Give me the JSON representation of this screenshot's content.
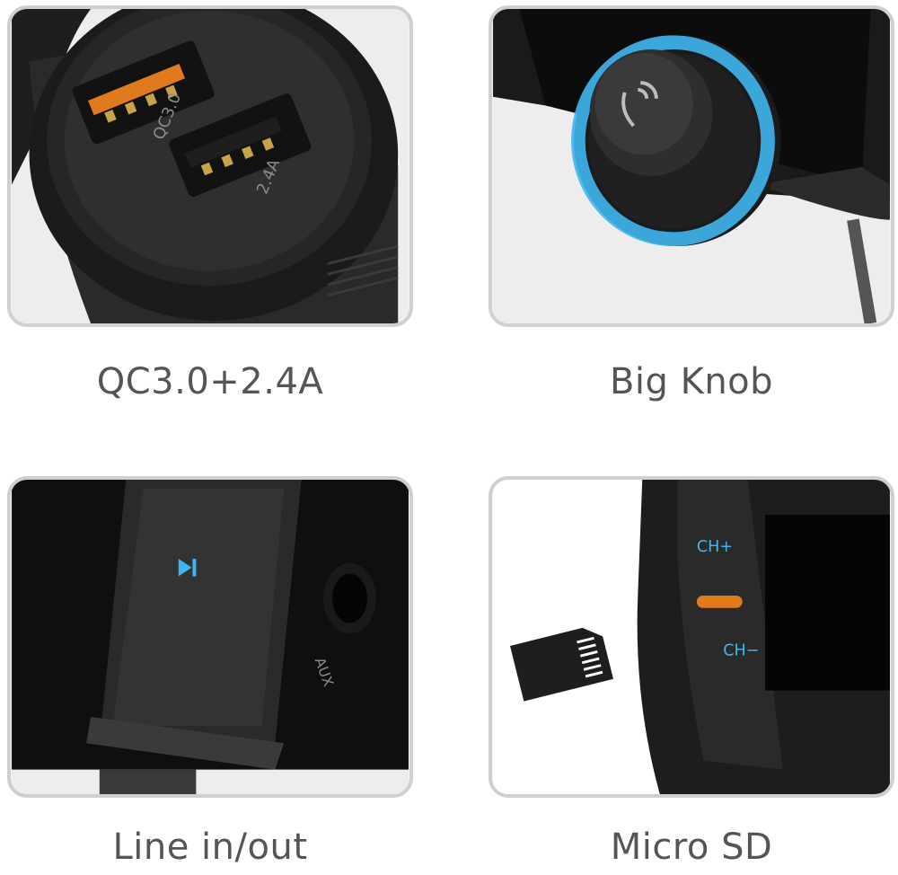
{
  "panels": [
    {
      "caption": "QC3.0+2.4A",
      "port_labels": [
        "QC3.0",
        "2.4A"
      ]
    },
    {
      "caption": "Big Knob"
    },
    {
      "caption": "Line in/out",
      "jack_label": "AUX"
    },
    {
      "caption": "Micro SD",
      "button_labels": [
        "CH+",
        "CH−"
      ]
    }
  ],
  "colors": {
    "accent_orange": "#e07a1c",
    "accent_blue": "#3fb6f0"
  }
}
